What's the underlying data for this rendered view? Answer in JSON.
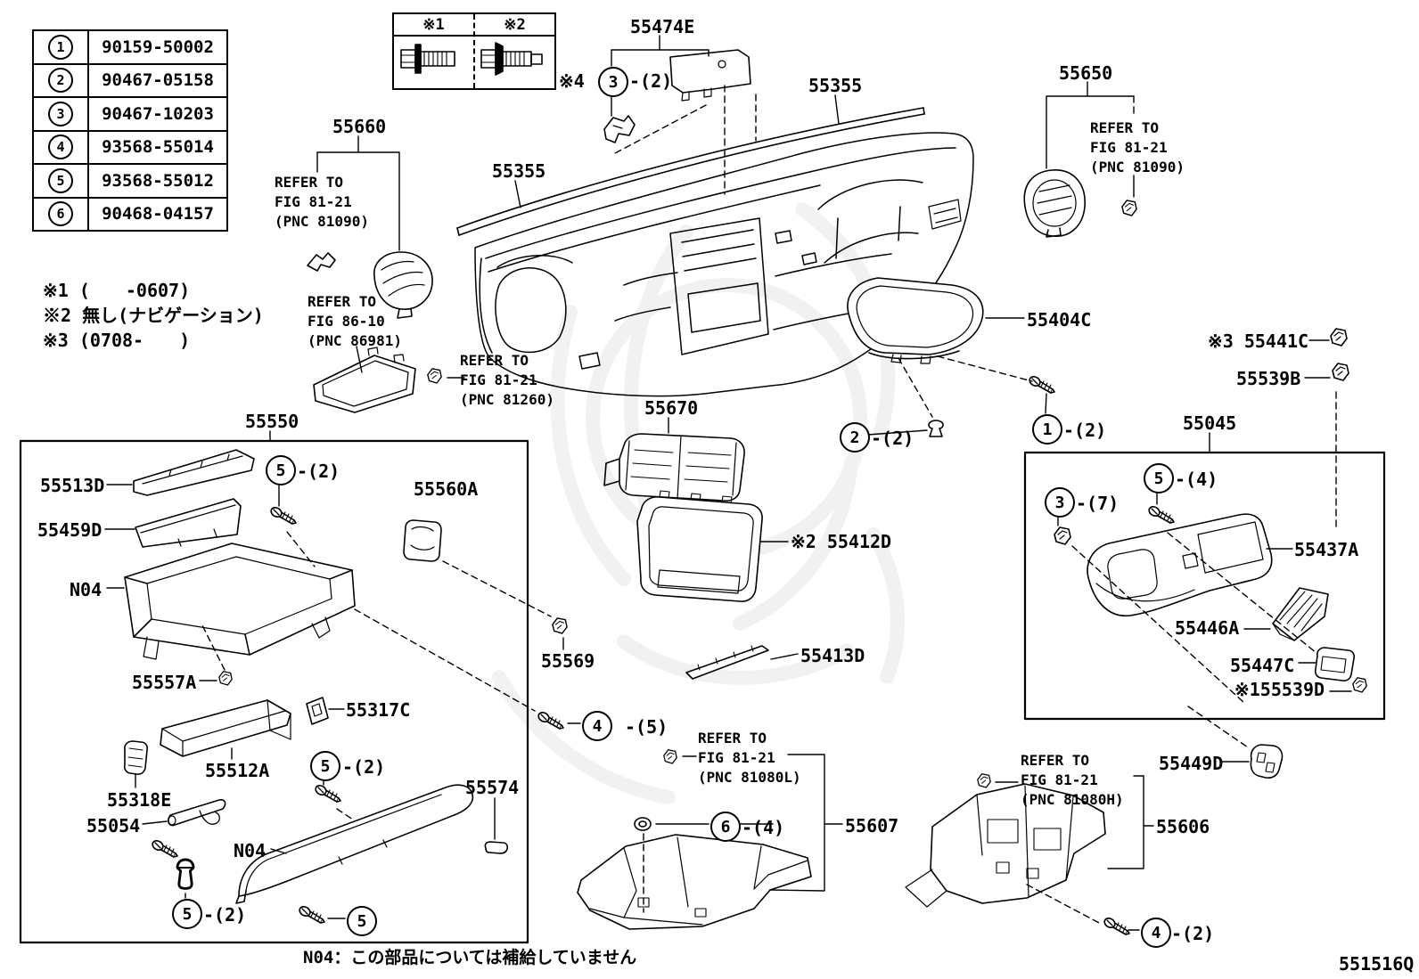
{
  "window": {
    "diagram_code": "551516Q",
    "bottom_note": "N04：この部品については補給していません"
  },
  "fastener_table": {
    "rows": [
      {
        "num": "1",
        "part": "90159-50002"
      },
      {
        "num": "2",
        "part": "90467-05158"
      },
      {
        "num": "3",
        "part": "90467-10203"
      },
      {
        "num": "4",
        "part": "93568-55014"
      },
      {
        "num": "5",
        "part": "93568-55012"
      },
      {
        "num": "6",
        "part": "90468-04157"
      }
    ]
  },
  "legend": {
    "h1": "※1",
    "h2": "※2"
  },
  "notes": {
    "n1": "※1 (　　-0607)",
    "n2": "※2 無し(ナビゲーション)",
    "n3": "※3 (0708-　　)"
  },
  "labels": {
    "l55474e": "55474E",
    "l55355a": "55355",
    "l55355b": "55355",
    "l55650": "55650",
    "l55660": "55660",
    "l55404c": "55404C",
    "l55441c": "※3 55441C",
    "l55539b": "55539B",
    "l55550": "55550",
    "l55670": "55670",
    "l55045": "55045",
    "l55513d": "55513D",
    "l55459d": "55459D",
    "ln04a": "N04",
    "l55560a": "55560A",
    "l55412d": "※2 55412D",
    "l55569": "55569",
    "l55557a": "55557A",
    "l55317c": "55317C",
    "l55413d": "55413D",
    "l55512a": "55512A",
    "l55318e": "55318E",
    "l55054": "55054",
    "ln04b": "N04",
    "l55574": "55574",
    "l55607": "55607",
    "l55437a": "55437A",
    "l55446a": "55446A",
    "l55447c": "55447C",
    "l55539d": "※155539D",
    "l55449d": "55449D",
    "l55606": "55606"
  },
  "refs": {
    "r1": [
      "REFER TO",
      "FIG 81-21",
      "(PNC 81090)"
    ],
    "r2": [
      "REFER TO",
      "FIG 86-10",
      "(PNC 86981)"
    ],
    "r3": [
      "REFER TO",
      "FIG 81-21",
      "(PNC 81260)"
    ],
    "r4": [
      "REFER TO",
      "FIG 81-21",
      "(PNC 81090)"
    ],
    "r5": [
      "REFER TO",
      "FIG 81-21",
      "(PNC 81080L)"
    ],
    "r6": [
      "REFER TO",
      "FIG 81-21",
      "(PNC 81080H)"
    ]
  },
  "callouts": {
    "c1": {
      "prefix": "※4",
      "num": "3",
      "suffix": "-(2)"
    },
    "c2": {
      "num": "2",
      "suffix": "-(2)"
    },
    "c3": {
      "num": "1",
      "suffix": "-(2)"
    },
    "c4": {
      "num": "5",
      "suffix": "-(2)"
    },
    "c5": {
      "num": "4",
      "suffix": "-(5)"
    },
    "c6": {
      "num": "5",
      "suffix": "-(2)"
    },
    "c7": {
      "num": "5",
      "suffix": "-(2)"
    },
    "c8": {
      "num": "5",
      "suffix": ""
    },
    "c9": {
      "num": "6",
      "suffix": "-(4)"
    },
    "c10": {
      "num": "3",
      "suffix": "-(7)"
    },
    "c11": {
      "num": "5",
      "suffix": "-(4)"
    },
    "c12": {
      "num": "4",
      "suffix": "-(2)"
    }
  }
}
